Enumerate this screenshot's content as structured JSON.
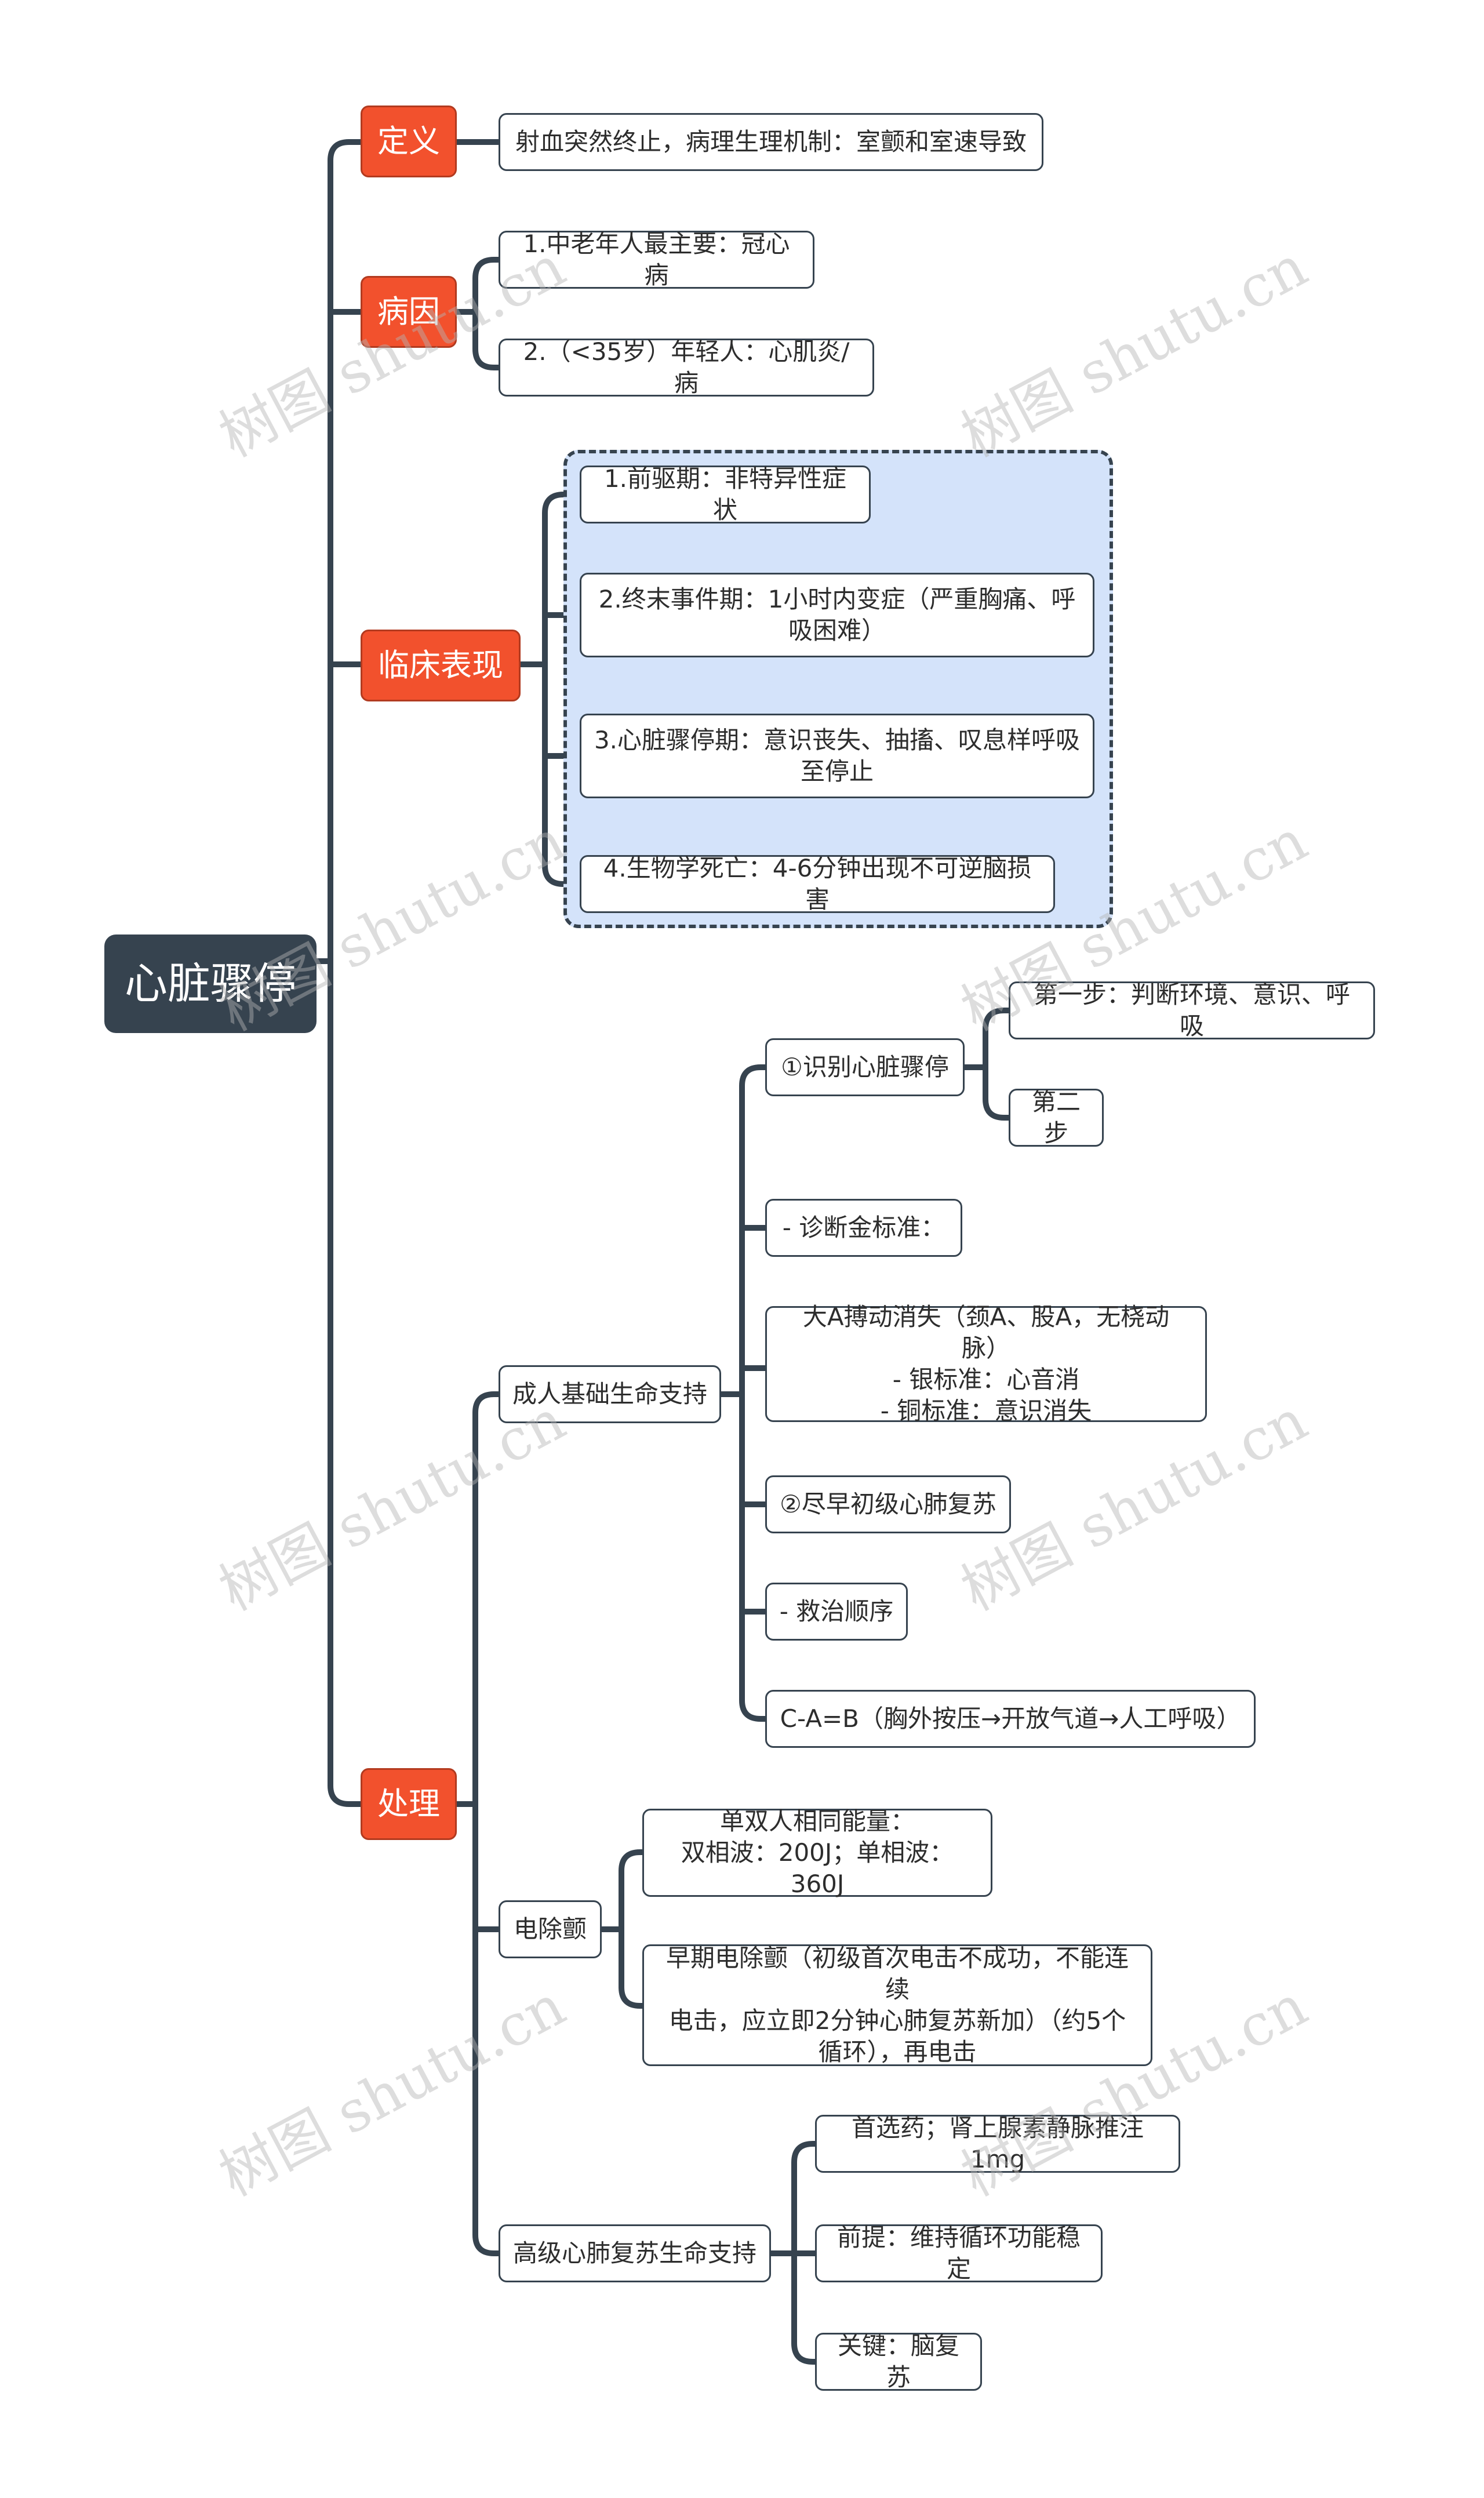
{
  "root": "心脏骤停",
  "branches": {
    "definition": {
      "label": "定义",
      "items": [
        "射血突然终止，病理生理机制：室颤和室速导致"
      ]
    },
    "cause": {
      "label": "病因",
      "items": [
        "1.中老年人最主要：冠心病",
        "2.（<35岁）年轻人：心肌炎/病"
      ]
    },
    "clinical": {
      "label": "临床表现",
      "items": [
        "1.前驱期：非特异性症状",
        "2.终末事件期：1小时内变症（严重胸痛、呼\n吸困难）",
        "3.心脏骤停期：意识丧失、抽搐、叹息样呼吸\n至停止",
        "4.生物学死亡：4-6分钟出现不可逆脑损害"
      ]
    },
    "treatment": {
      "label": "处理",
      "bls": {
        "label": "成人基础生命支持",
        "recognize": {
          "label": "①识别心脏骤停",
          "steps": [
            "第一步：判断环境、意识、呼吸",
            "第二步"
          ]
        },
        "items": [
          "- 诊断金标准：",
          "大A搏动消失（颈A、股A，无桡动脉）\n- 银标准：心音消\n- 铜标准：意识消失",
          "②尽早初级心肺复苏",
          "- 救治顺序",
          "C-A=B（胸外按压→开放气道→人工呼吸）"
        ]
      },
      "defib": {
        "label": "电除颤",
        "items": [
          "单双人相同能量：\n双相波：200J；单相波：360J",
          "早期电除颤（初级首次电击不成功，不能连续\n电击，应立即2分钟心肺复苏新加）（约5个\n循环），再电击"
        ]
      },
      "acls": {
        "label": "高级心肺复苏生命支持",
        "items": [
          "首选药；肾上腺素静脉推注1mg",
          "前提：维持循环功能稳定",
          "关键：脑复苏"
        ]
      }
    }
  },
  "watermark": "树图 shutu.cn",
  "colors": {
    "root": "#36434f",
    "main_branch": "#f2512d",
    "line": "#36434f",
    "group_fill": "#d4e3fa"
  }
}
